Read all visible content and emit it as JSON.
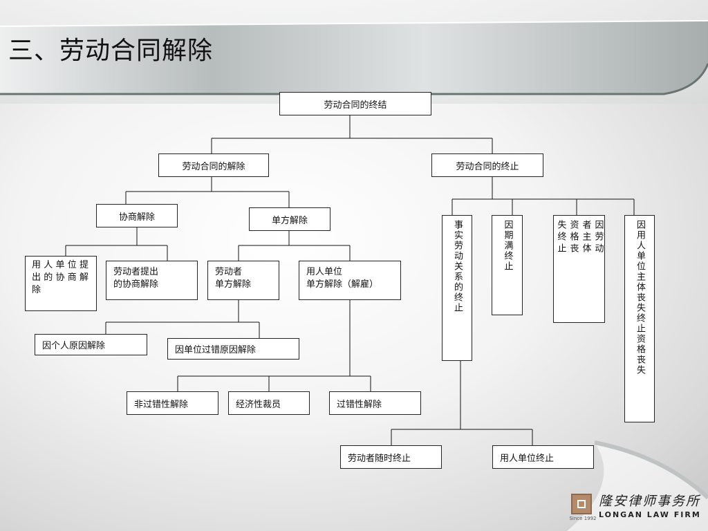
{
  "slide": {
    "title": "三、劳动合同解除"
  },
  "nodes": {
    "root": "劳动合同的终结",
    "dissolution": "劳动合同的解除",
    "termination": "劳动合同的终止",
    "mutual": "协商解除",
    "unilateral": "单方解除",
    "employer_mutual": "用人单位提出的协商解除",
    "worker_mutual": "劳动者提出\n的协商解除",
    "worker_unilateral": "劳动者\n单方解除",
    "employer_unilateral": "用人单位\n单方解除（解雇）",
    "personal_reason": "因个人原因解除",
    "employer_fault": "因单位过错原因解除",
    "non_fault": "非过错性解除",
    "economic_layoff": "经济性裁员",
    "fault": "过错性解除",
    "de_facto": "事实劳动关系的终止",
    "expiry": "因期满终止",
    "worker_loss": "因劳动者主体资格丧失终止",
    "employer_loss": "因用人单位主体丧失终止资格丧失",
    "worker_anytime": "劳动者随时终止",
    "employer_end": "用人单位终止"
  },
  "branding": {
    "since": "Since 1992",
    "name_cn": "隆安律师事务所",
    "name_en": "LONGAN LAW FIRM",
    "accent": "#b48a6a"
  }
}
